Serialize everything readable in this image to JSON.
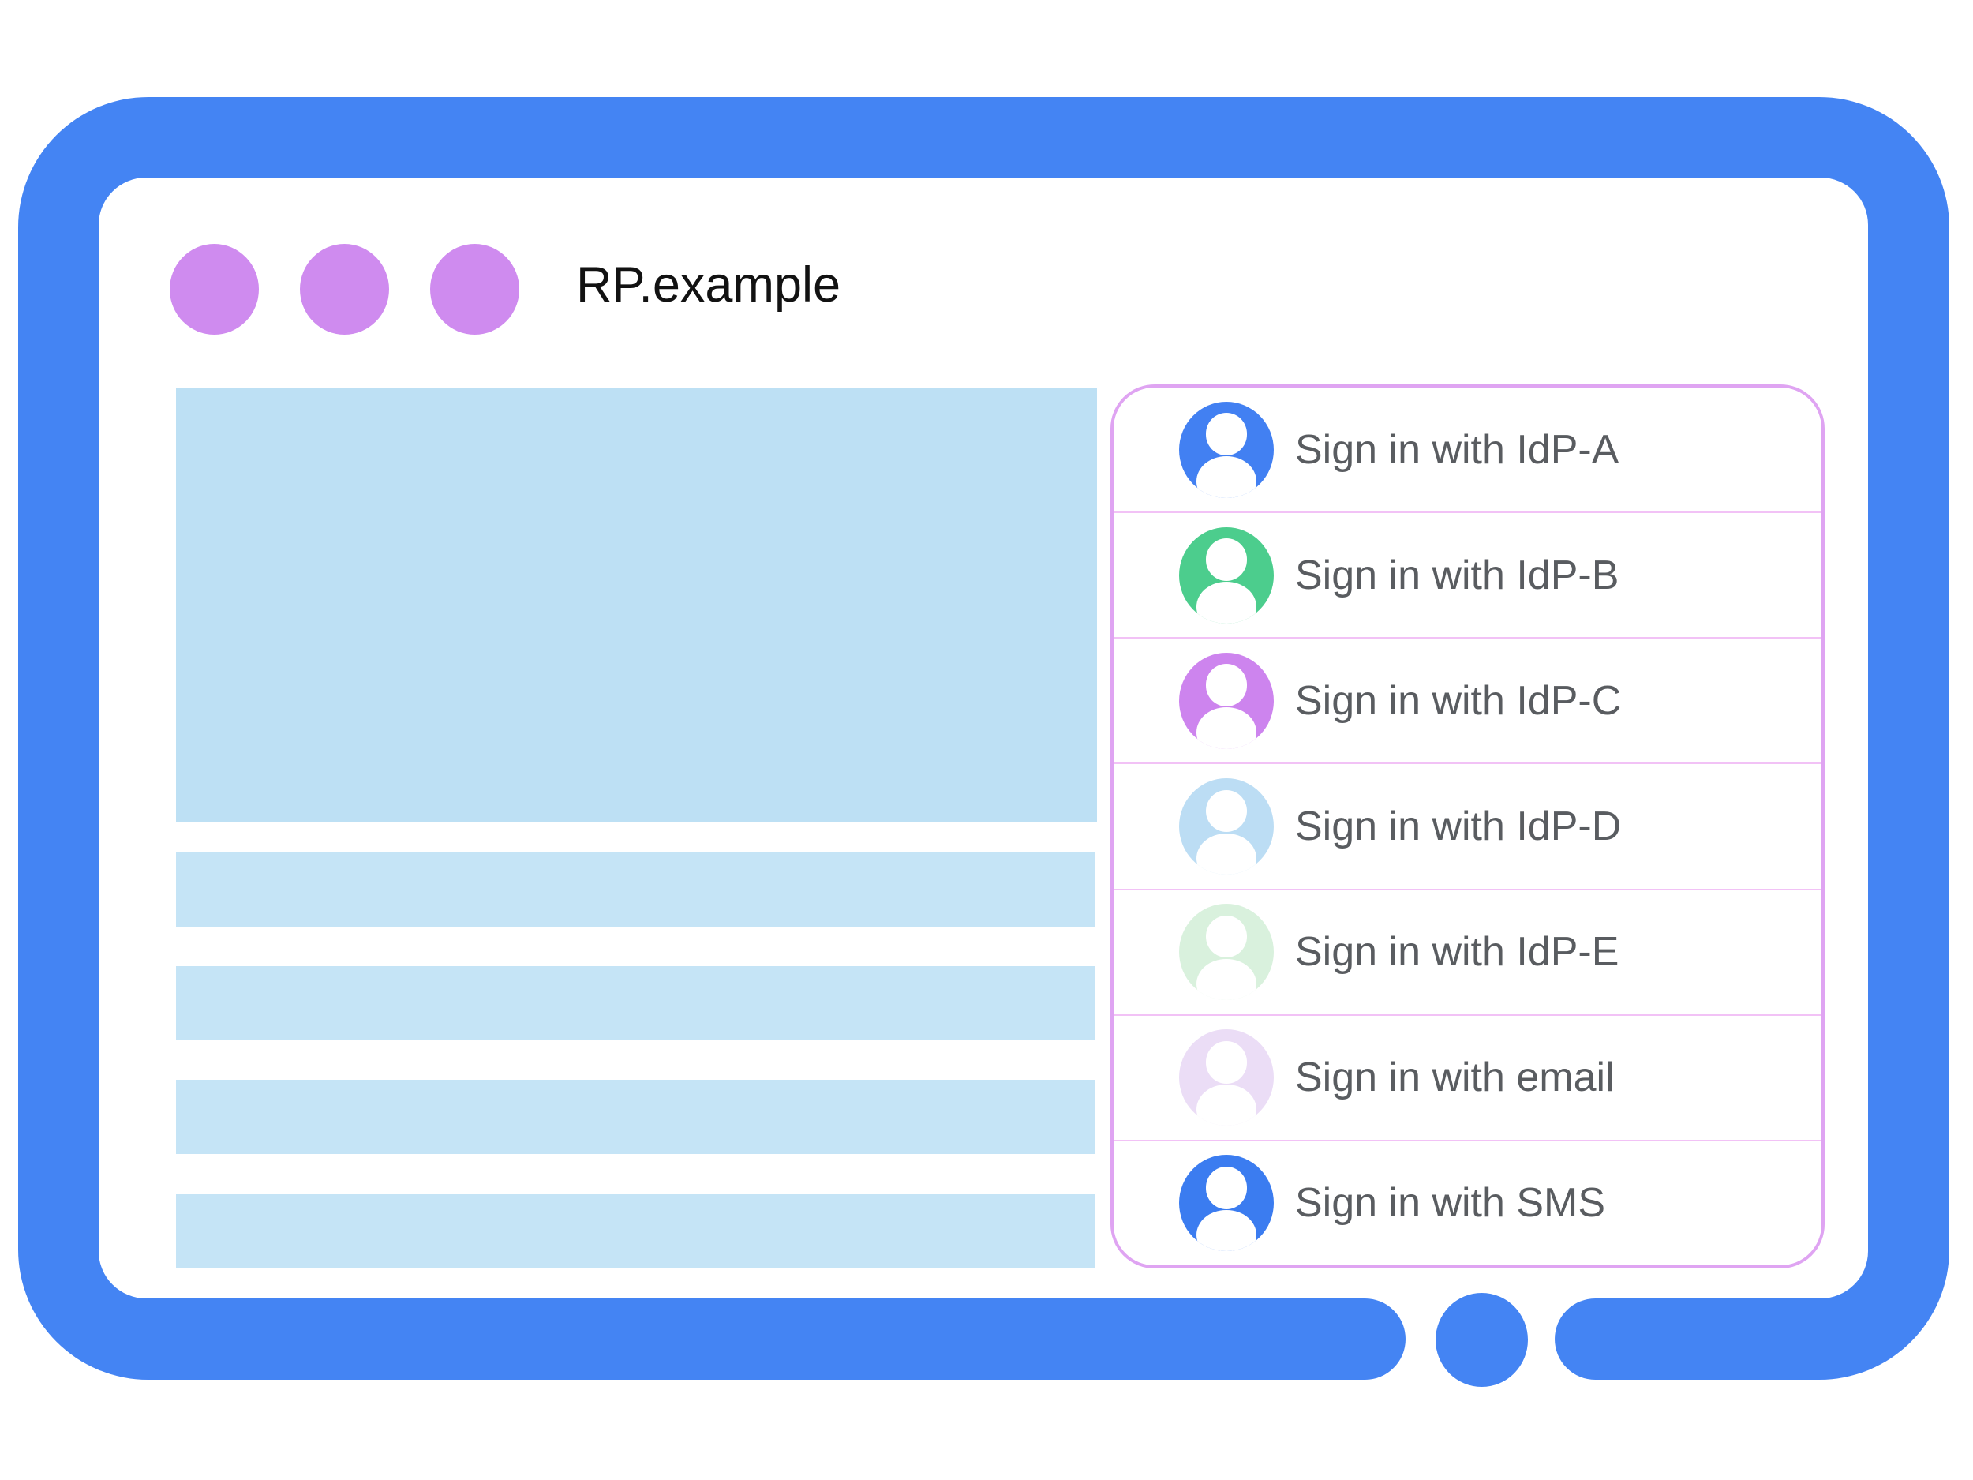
{
  "window": {
    "title": "RP.example",
    "window_controls_count": 3
  },
  "signin_panel": {
    "options": [
      {
        "id": "idp-a",
        "label": "Sign in with IdP-A",
        "avatar_color": "#4280F2"
      },
      {
        "id": "idp-b",
        "label": "Sign in with IdP-B",
        "avatar_color": "#4CCD8D"
      },
      {
        "id": "idp-c",
        "label": "Sign in with IdP-C",
        "avatar_color": "#CD84EE"
      },
      {
        "id": "idp-d",
        "label": "Sign in with IdP-D",
        "avatar_color": "#BCDDF4"
      },
      {
        "id": "idp-e",
        "label": "Sign in with IdP-E",
        "avatar_color": "#D9F1DD"
      },
      {
        "id": "email",
        "label": "Sign in with email",
        "avatar_color": "#EBDDF6"
      },
      {
        "id": "sms",
        "label": "Sign in with SMS",
        "avatar_color": "#3B7CF0"
      }
    ]
  },
  "colors": {
    "frame_blue": "#4484F3",
    "skeleton_blue": "#BDE0F4",
    "skeleton_blue_light": "#C5E4F6",
    "window_dot_purple": "#CF8BEF",
    "panel_border": "#DFA4F2",
    "row_divider": "#F2C2F6",
    "option_text": "#595C60",
    "title_text": "#121212"
  }
}
